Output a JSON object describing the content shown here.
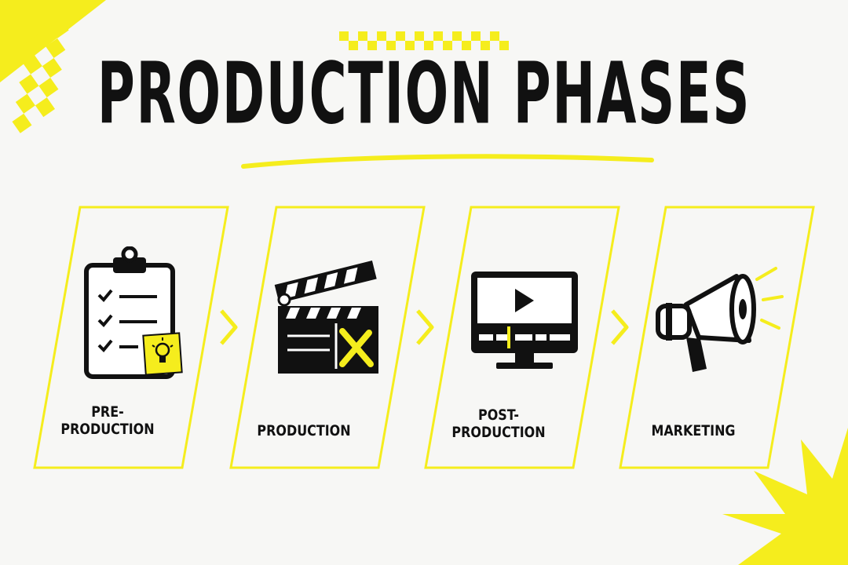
{
  "title": "PRODUCTION PHASES",
  "colors": {
    "accent": "#f5ed1d",
    "ink": "#111111",
    "background": "#f7f7f5"
  },
  "phases": [
    {
      "label": "PRE-\nPRODUCTION",
      "icon": "clipboard-checklist-icon"
    },
    {
      "label": "PRODUCTION",
      "icon": "clapperboard-icon"
    },
    {
      "label": "POST-\nPRODUCTION",
      "icon": "video-editing-monitor-icon"
    },
    {
      "label": "MARKETING",
      "icon": "megaphone-icon"
    }
  ]
}
